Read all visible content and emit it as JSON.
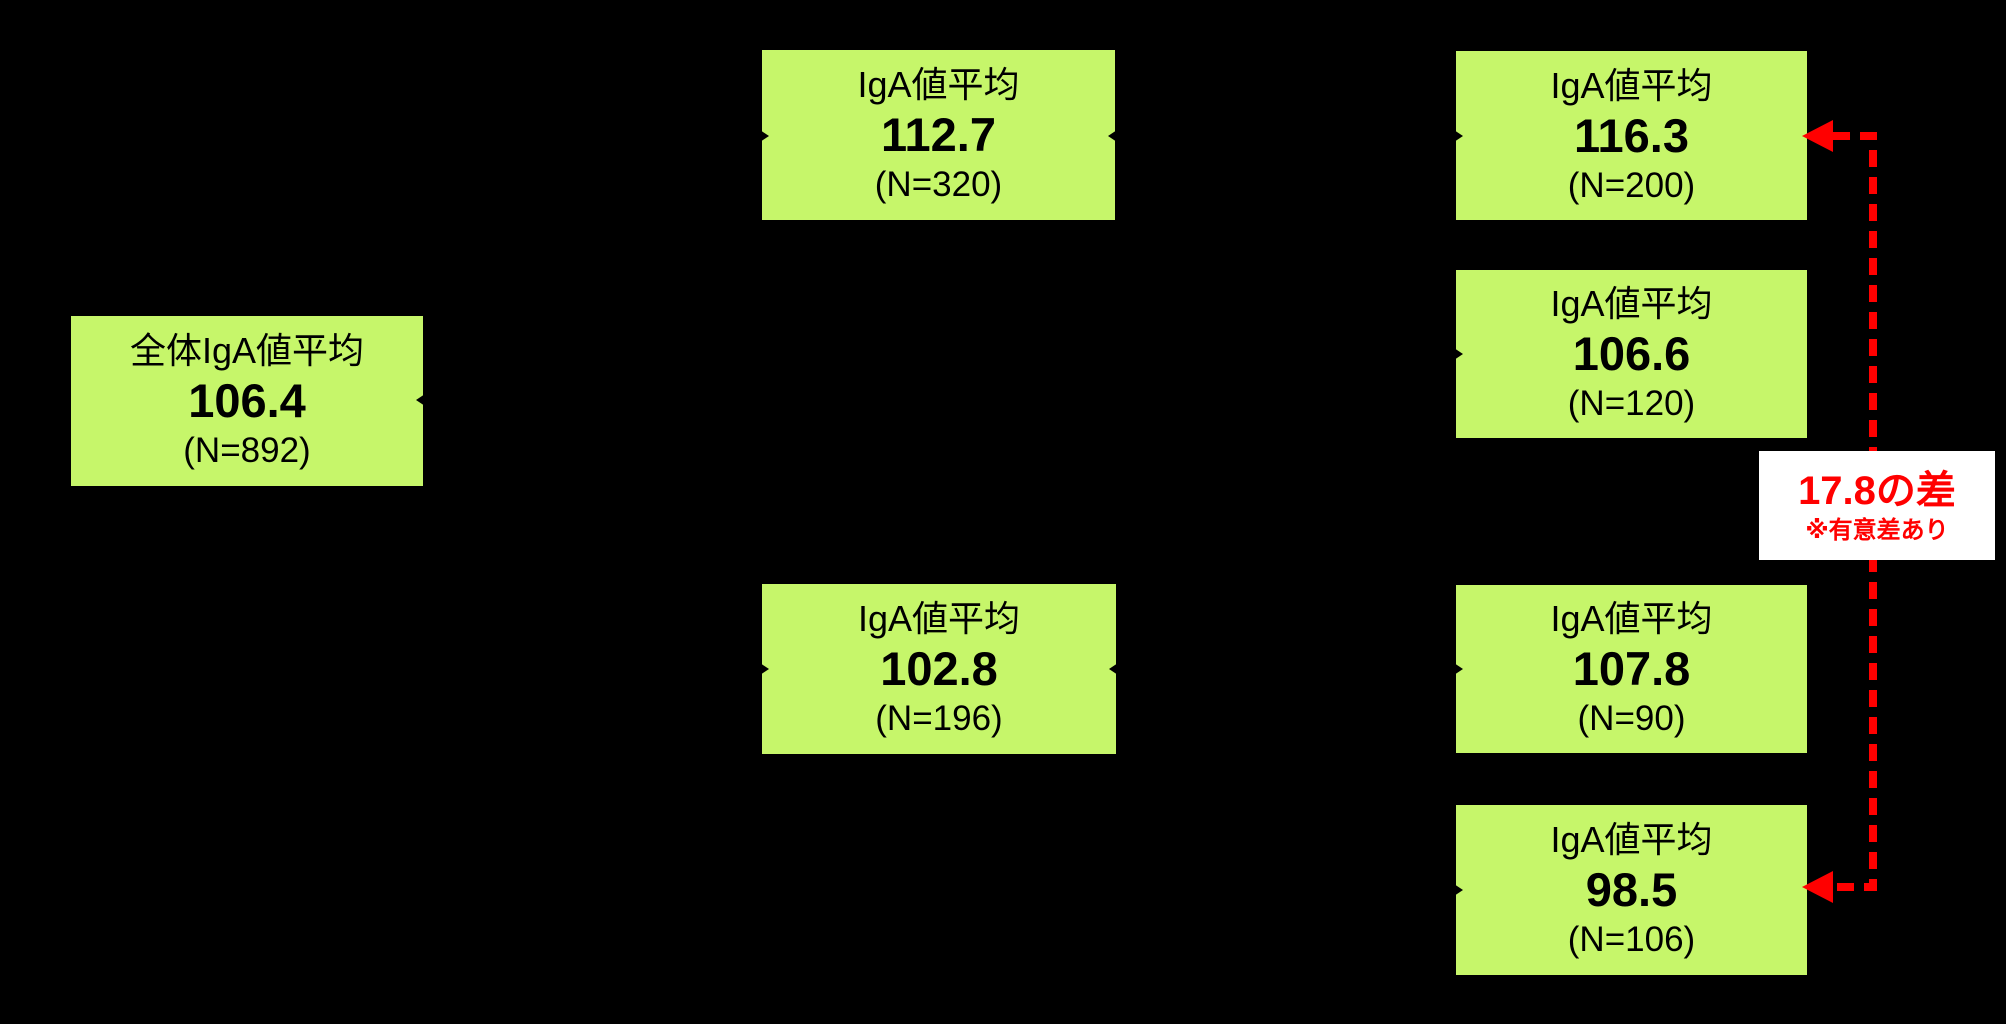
{
  "canvas": {
    "background_color": "#000000"
  },
  "colors": {
    "node_fill": "#C6F66A",
    "node_text": "#000000",
    "accent_red": "#FF0000",
    "annotation_background": "#FFFFFF",
    "connector_black": "#000000"
  },
  "nodes": {
    "overall": {
      "title": "全体IgA値平均",
      "value": "106.4",
      "n": "(N=892)"
    },
    "mid_top": {
      "title": "IgA値平均",
      "value": "112.7",
      "n": "(N=320)"
    },
    "mid_bottom": {
      "title": "IgA値平均",
      "value": "102.8",
      "n": "(N=196)"
    },
    "right_1": {
      "title": "IgA値平均",
      "value": "116.3",
      "n": "(N=200)"
    },
    "right_2": {
      "title": "IgA値平均",
      "value": "106.6",
      "n": "(N=120)"
    },
    "right_3": {
      "title": "IgA値平均",
      "value": "107.8",
      "n": "(N=90)"
    },
    "right_4": {
      "title": "IgA値平均",
      "value": "98.5",
      "n": "(N=106)"
    }
  },
  "annotation": {
    "difference": "17.8の差",
    "note": "※有意差あり"
  }
}
